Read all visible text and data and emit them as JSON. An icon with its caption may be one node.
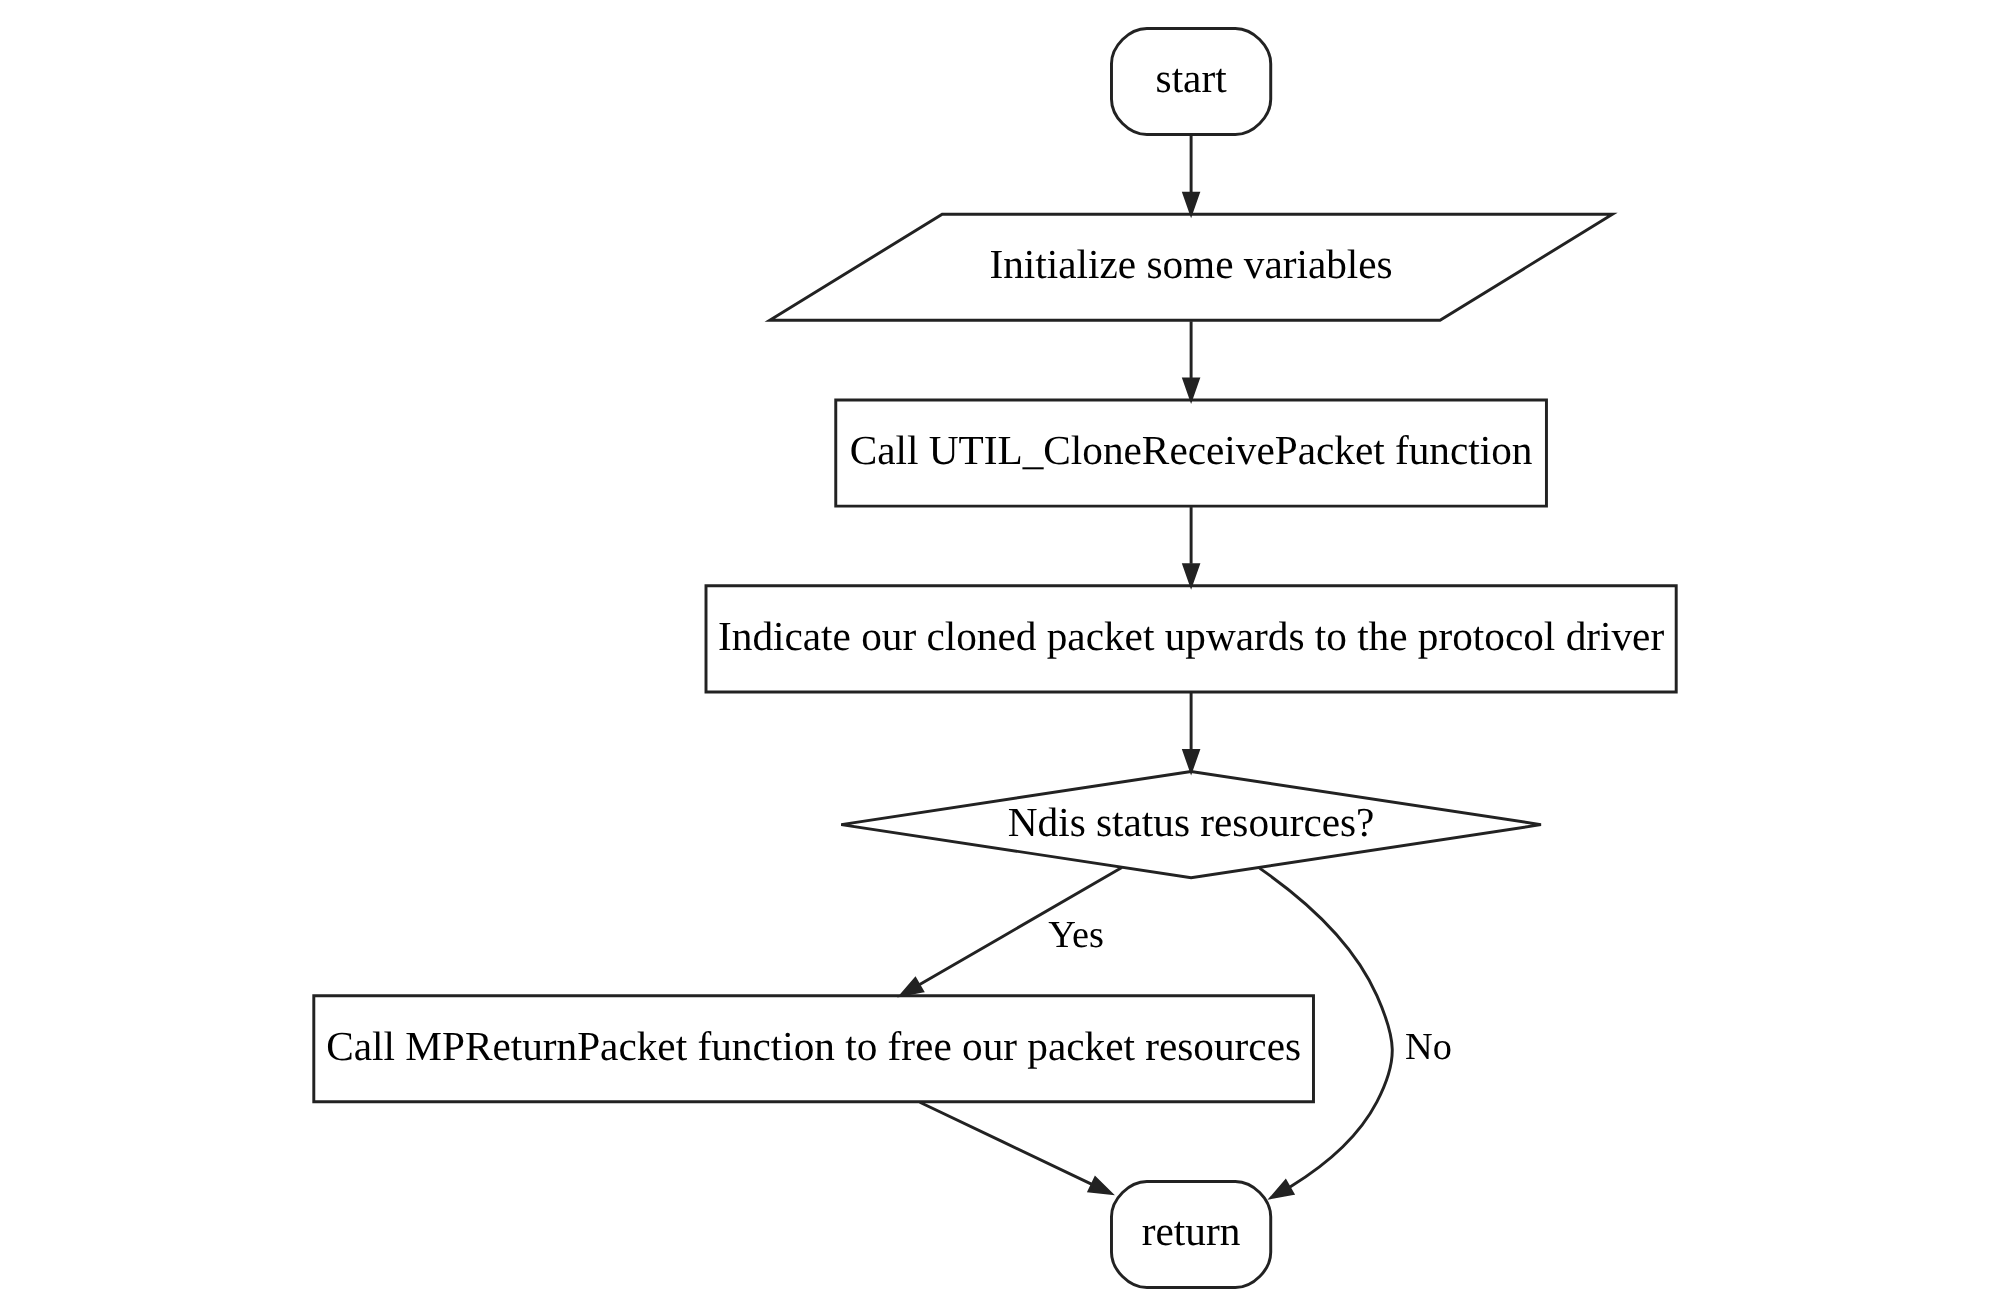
{
  "diagram": {
    "nodes": [
      {
        "text": [
          "start"
        ]
      },
      {
        "text": [
          "Initialize some variables"
        ]
      },
      {
        "text": [
          "Call UTIL_CloneReceivePacket function"
        ]
      },
      {
        "text": [
          "Indicate our cloned packet upwards to the protocol driver"
        ]
      },
      {
        "text": [
          "Ndis status resources?"
        ]
      },
      {
        "text": [
          "Call MPReturnPacket function to free our packet resources"
        ]
      },
      {
        "text": [
          "return"
        ]
      }
    ],
    "edges": [
      {
        "from": 0,
        "to": 1,
        "arrow": "to"
      },
      {
        "from": 1,
        "to": 2,
        "arrow": "to"
      },
      {
        "from": 2,
        "to": 3,
        "arrow": "to"
      },
      {
        "from": 3,
        "to": 4,
        "arrow": "to"
      },
      {
        "from": 4,
        "to": 5,
        "arrow": "to",
        "label": "Yes"
      },
      {
        "from": 4,
        "to": 6,
        "arrow": "to",
        "label": "No"
      },
      {
        "from": 5,
        "to": 6,
        "arrow": "to"
      }
    ]
  }
}
